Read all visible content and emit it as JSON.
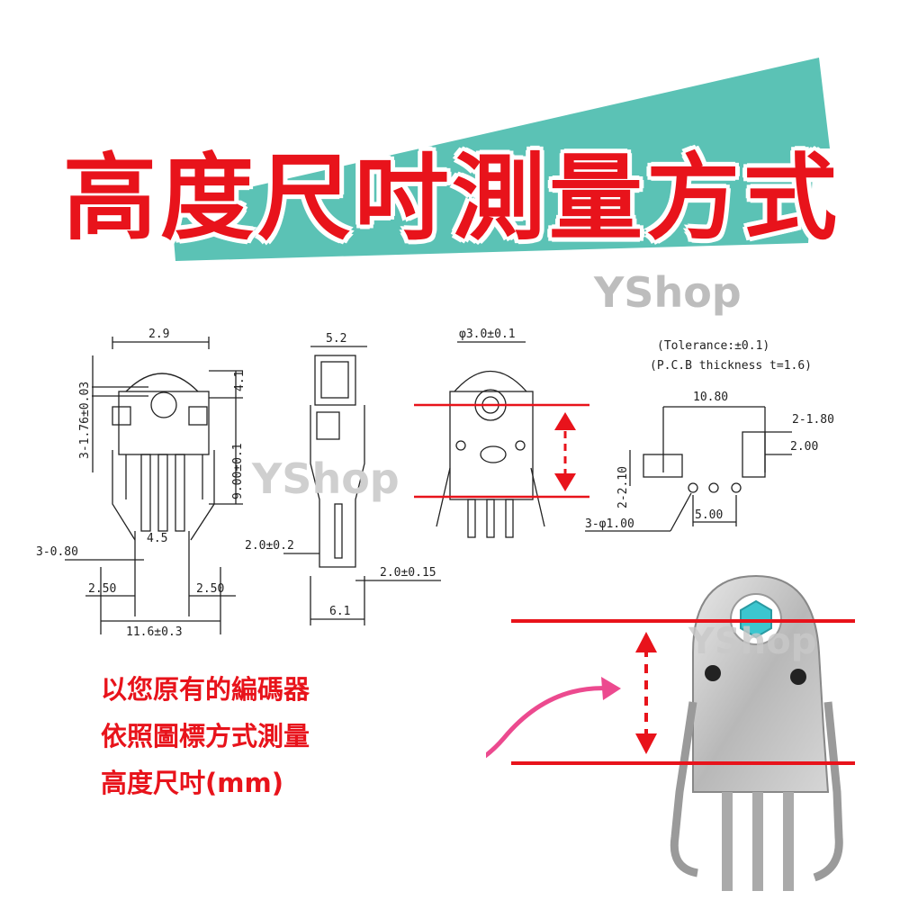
{
  "banner": {
    "title": "高度尺吋測量方式",
    "teal_color": "#5bc2b5",
    "title_color": "#e8131b"
  },
  "watermark": "YShop",
  "drawings": {
    "front": {
      "top_width": "2.9",
      "left_side": "3-1.76±0.03",
      "right_top": "4.1",
      "right_height": "9.00±0.1",
      "pin_dia": "3-0.80",
      "pitch_left": "2.50",
      "pitch_right": "2.50",
      "total_width": "11.6±0.3",
      "center_mark": "4.5"
    },
    "side": {
      "top_width": "5.2",
      "left_label": "2.0±0.2",
      "right_label": "2.0±0.15",
      "bottom_width": "6.1"
    },
    "measure": {
      "hole": "φ3.0±0.1"
    },
    "pcb": {
      "tolerance": "(Tolerance:±0.1)",
      "thickness": "(P.C.B thickness t=1.6)",
      "span": "10.80",
      "slot": "2-1.80",
      "offset": "2.00",
      "vertical": "2-2.10",
      "pin_spacing": "5.00",
      "holes": "3-φ1.00"
    }
  },
  "caption": {
    "line1": "以您原有的編碼器",
    "line2": "依照圖標方式測量",
    "line3": "高度尺吋(mm)"
  },
  "colors": {
    "accent_red": "#e8131b",
    "arrow_pink": "#ec4a8f"
  }
}
